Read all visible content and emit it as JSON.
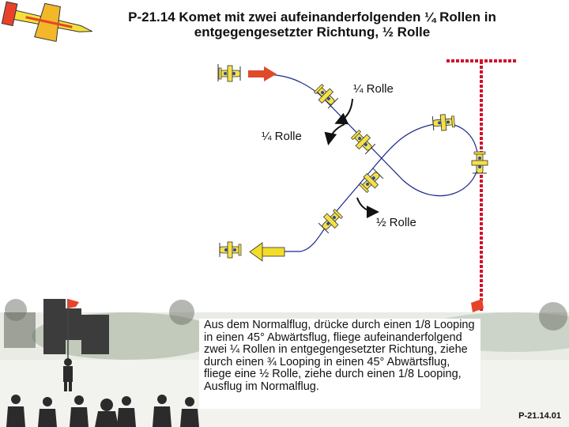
{
  "title": {
    "line1": "P-21.14 Komet mit zwei aufeinanderfolgenden ¼ Rollen in",
    "line2": "entgegengesetzter Richtung, ½ Rolle"
  },
  "annotations": {
    "roll_quarter_upper": "¼ Rolle",
    "roll_quarter_lower": "¼ Rolle",
    "roll_half": "½ Rolle"
  },
  "description": "Aus dem Normalflug, drücke durch einen 1/8 Looping in einen 45° Abwärtsflug, fliege aufeinanderfolgend zwei ¼ Rollen in entgegengesetzter Richtung, ziehe durch einen ¾ Looping in einen 45° Abwärtsflug, fliege eine ½ Rolle, ziehe durch einen 1/8 Looping, Ausflug im Normalflug.",
  "footer_code": "P-21.14.01",
  "colors": {
    "direction_arrow_entry": "#e04a2a",
    "direction_arrow_exit": "#f3dd2a",
    "judge_line": "#d0102a",
    "flight_path": "#1a2a8a",
    "aircraft_body": "#f5e04a",
    "flag": "#e8432a"
  },
  "icons": [
    "aircraft-logo-icon",
    "entry-arrow-icon",
    "exit-arrow-icon",
    "roll-arrow-icon",
    "flag-icon",
    "pilot-icon",
    "spectator-icon"
  ]
}
